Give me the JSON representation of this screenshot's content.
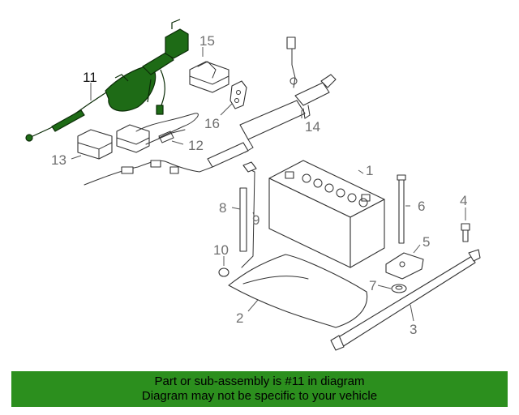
{
  "callouts": {
    "c1": "1",
    "c2": "2",
    "c3": "3",
    "c4": "4",
    "c5": "5",
    "c6": "6",
    "c7": "7",
    "c8": "8",
    "c9": "9",
    "c10": "10",
    "c11": "11",
    "c12": "12",
    "c13": "13",
    "c14": "14",
    "c15": "15",
    "c16": "16"
  },
  "highlight_color": "#2c8f1e",
  "banner": {
    "line1": "Part or sub-assembly is #11 in diagram",
    "line2": "Diagram may not be specific to your vehicle"
  }
}
